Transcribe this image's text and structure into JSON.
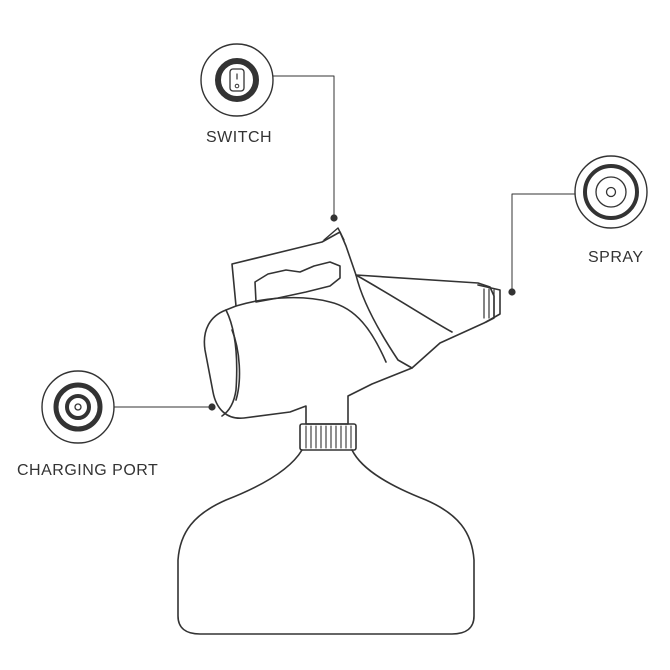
{
  "labels": {
    "switch": "SWITCH",
    "spray": "SPRAY",
    "charging_port": "CHARGING PORT"
  },
  "colors": {
    "line": "#333333",
    "background": "#ffffff"
  },
  "icons": {
    "switch": "rocker-switch-icon",
    "spray": "spray-nozzle-icon",
    "charging_port": "charging-port-icon"
  }
}
